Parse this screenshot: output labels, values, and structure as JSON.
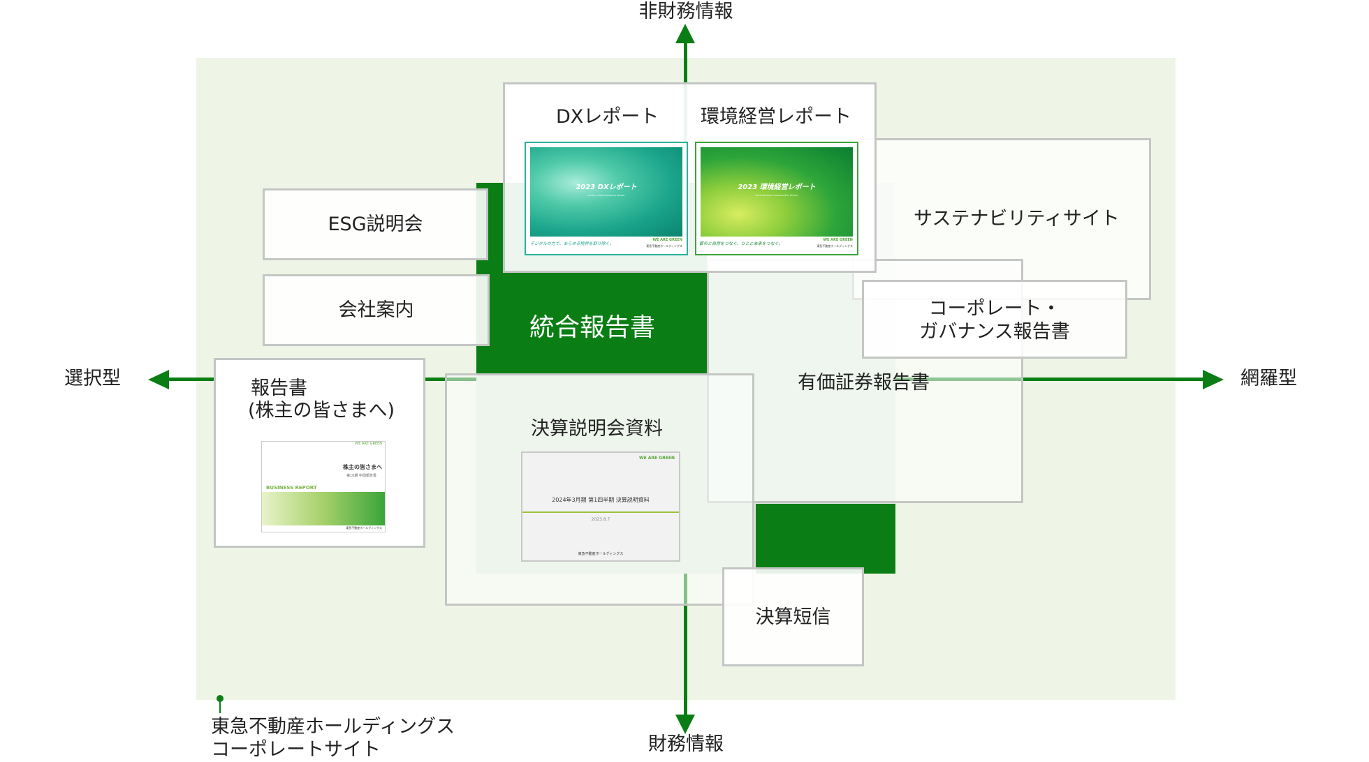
{
  "axes": {
    "top": "非財務情報",
    "bottom": "財務情報",
    "left": "選択型",
    "right": "網羅型"
  },
  "documents": {
    "integrated_report": "統合報告書",
    "dx_report": "DXレポート",
    "env_report": "環境経営レポート",
    "sustainability_site": "サステナビリティサイト",
    "esg_briefing": "ESG説明会",
    "company_profile": "会社案内",
    "governance_report_line1": "コーポレート・",
    "governance_report_line2": "ガバナンス報告書",
    "securities_report": "有価証券報告書",
    "shareholder_report_line1": "報告書",
    "shareholder_report_line2": "(株主の皆さまへ)",
    "earnings_materials": "決算説明会資料",
    "earnings_flash": "決算短信",
    "corporate_site_line1": "東急不動産ホールディングス",
    "corporate_site_line2": "コーポレートサイト"
  },
  "thumbnails": {
    "dx": {
      "title": "2023 DXレポート",
      "subtitle": "DIGITAL TRANSFORMATION REPORT",
      "tagline": "デジタルの力で、あらゆる境界を取り除く。",
      "brand": "WE ARE GREEN",
      "company": "東急不動産ホールディングス"
    },
    "env": {
      "title": "2023 環境経営レポート",
      "subtitle": "ENVIRONMENTAL MANAGEMENT REPORT",
      "tagline": "都市と自然をつなぐ、ひとと未来をつなぐ。",
      "brand": "WE ARE GREEN",
      "company": "東急不動産ホールディングス"
    },
    "business": {
      "brand": "WE ARE GREEN",
      "title": "株主の皆さまへ",
      "period": "第10期 中間報告書",
      "label": "BUSINESS REPORT",
      "company": "東急不動産ホールディングス"
    },
    "earnings": {
      "brand": "WE ARE GREEN",
      "title": "2024年3月期 第1四半期 決算説明資料",
      "date": "2023.8.7",
      "company": "東急不動産ホールディングス"
    }
  },
  "colors": {
    "axis_green": "#0a7e14",
    "panel": "#eef5e6",
    "light_green": "#dceadb",
    "box_border": "#c4c6c4"
  }
}
